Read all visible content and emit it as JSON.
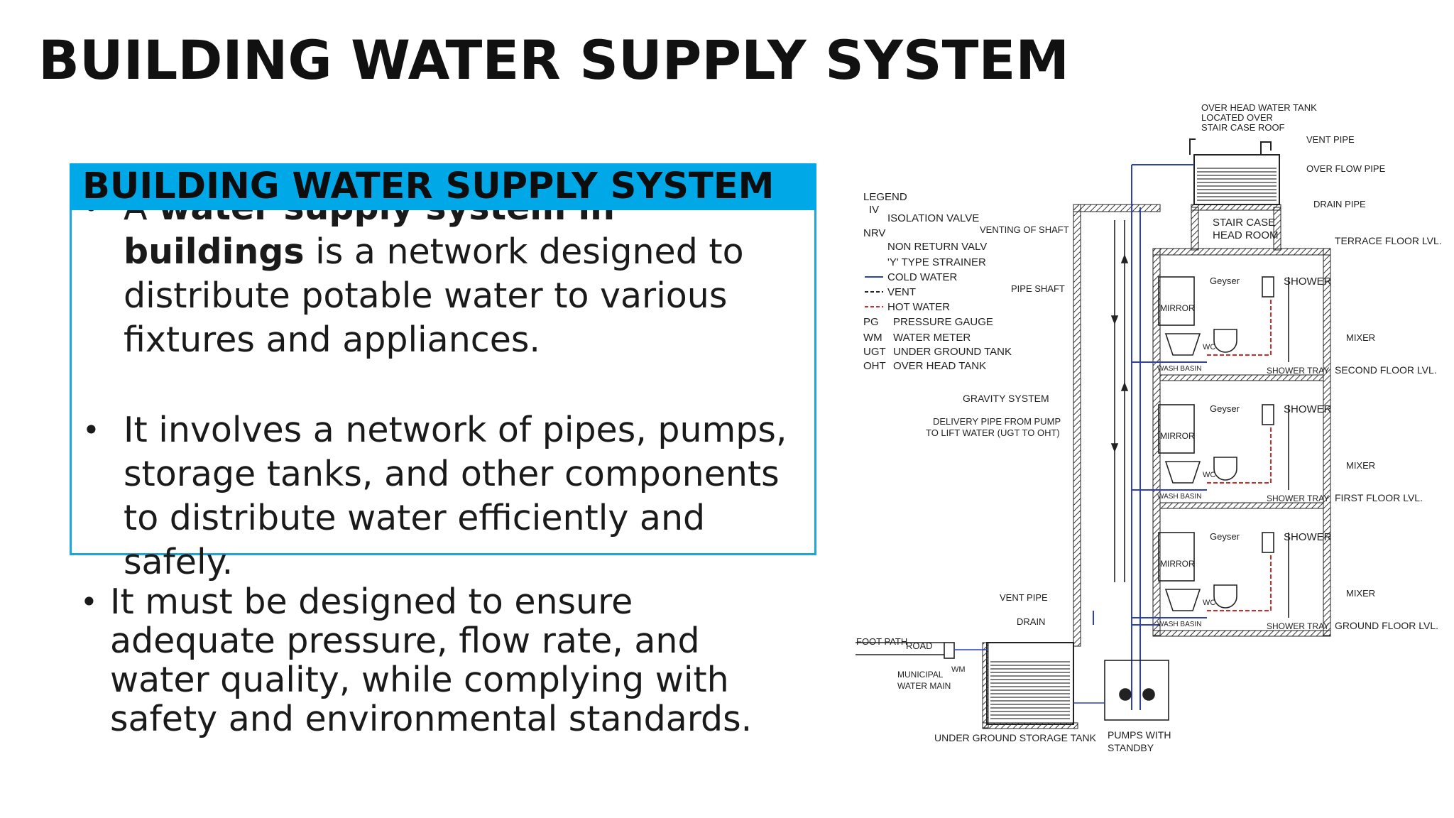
{
  "slide_title": "BUILDING WATER SUPPLY SYSTEM",
  "box_title": "BUILDING WATER SUPPLY SYSTEM",
  "bullets": {
    "b1_pre": "A ",
    "b1_bold": "water supply system in buildings",
    "b1_post": " is a network designed to distribute potable water to various fixtures and appliances.",
    "b2": "It involves a network of pipes, pumps, storage tanks, and other components to distribute water efficiently and safely.",
    "b3": "It must be designed to ensure adequate pressure, flow rate, and water quality, while complying with safety and environmental standards."
  },
  "legend": {
    "title": "LEGEND",
    "iv": "IV",
    "isolation_valve": "ISOLATION VALVE",
    "nrv": "NRV",
    "non_return_valv": "NON RETURN VALV",
    "y_strainer": "'Y' TYPE STRAINER",
    "cold_water": "COLD WATER",
    "vent": "VENT",
    "hot_water": "HOT WATER",
    "pg": "PG",
    "pressure_gauge": "PRESSURE GAUGE",
    "wm": "WM",
    "water_meter": "WATER METER",
    "ugt": "UGT",
    "under_ground_tank": "UNDER GROUND TANK",
    "oht": "OHT",
    "over_head_tank": "OVER HEAD TANK"
  },
  "labels": {
    "oht_line1": "OVER HEAD WATER TANK",
    "oht_line2": "LOCATED OVER",
    "oht_line3": "STAIR CASE ROOF",
    "vent_pipe_top": "VENT PIPE",
    "over_flow_pipe": "OVER FLOW PIPE",
    "drain_pipe": "DRAIN PIPE",
    "stair_case_1": "STAIR CASE",
    "stair_case_2": "HEAD ROOM",
    "terrace": "TERRACE FLOOR LVL.",
    "venting_of_shaft": "VENTING OF SHAFT",
    "pipe_shaft": "PIPE SHAFT",
    "geyser": "Geyser",
    "shower": "SHOWER",
    "mirror": "MIRROR",
    "mixer": "MIXER",
    "wc": "WC",
    "wash_basin": "WASH BASIN",
    "shower_tray": "SHOWER TRAY",
    "second_floor": "SECOND FLOOR LVL.",
    "first_floor": "FIRST FLOOR LVL.",
    "ground_floor": "GROUND FLOOR LVL.",
    "gravity_system": "GRAVITY SYSTEM",
    "delivery_1": "DELIVERY PIPE FROM PUMP",
    "delivery_2": "TO LIFT WATER (UGT TO OHT)",
    "vent_pipe_low": "VENT PIPE",
    "drain": "DRAIN",
    "foot_path": "FOOT PATH",
    "road": "ROAD",
    "wm": "WM",
    "municipal_1": "MUNICIPAL",
    "municipal_2": "WATER MAIN",
    "ugst": "UNDER GROUND STORAGE TANK",
    "pumps_1": "PUMPS WITH",
    "pumps_2": "STANDBY"
  },
  "colors": {
    "accent": "#00a8e8",
    "cold_water": "#2b3fbf",
    "hot_water": "#d42a2a"
  }
}
